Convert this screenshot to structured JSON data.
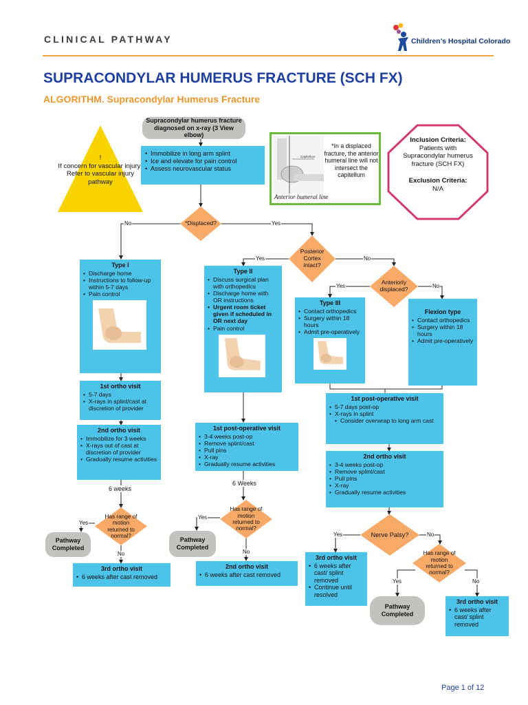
{
  "header": {
    "label": "CLINICAL PATHWAY",
    "logo_text": "Children’s Hospital Colorado"
  },
  "title": "SUPRACONDYLAR HUMERUS FRACTURE (SCH FX)",
  "subtitle": "ALGORITHM. Supracondylar Humerus Fracture",
  "colors": {
    "box_blue": "#4ec3ea",
    "decision_orange": "#f7a967",
    "terminal_gray": "#c3c2bf",
    "warning_yellow": "#f8d300",
    "stop_pink": "#d33a6b",
    "figure_border_green": "#6cbb3c",
    "title_blue": "#1f3f9e",
    "accent_orange": "#f0962b"
  },
  "flow": {
    "start": "Supracondylar humerus fracture diagnosed on x-ray (3 View elbow)",
    "initial_items": [
      "Immobilize in long arm splint",
      "Ice and elevate for pain control",
      "Assess neurovascular status"
    ],
    "warning": {
      "bang": "!",
      "text": "If concern for vascular injury- Refer to vascular injury pathway",
      "icon": "warning-triangle-icon"
    },
    "humeral_figure": {
      "text": "*In a displaced fracture, the anterior humeral line will not intersect the capitellum",
      "caption": "Anterior humeral line",
      "inner_label": "Capitellum"
    },
    "criteria": {
      "inclusion_title": "Inclusion Criteria:",
      "inclusion_text": "Patients with Supracondylar humerus fracture (SCH FX)",
      "exclusion_title": "Exclusion Criteria:",
      "exclusion_text": "N/A"
    },
    "decisions": {
      "displaced": "*Displaced?",
      "posterior_cortex": "Posterior Cortex intact?",
      "anteriorly_displaced": "Anteriorly displaced?",
      "rom_1": "Has range of motion returned to normal?",
      "rom_2": "Has range of motion returned to normal?",
      "nerve_palsy": "Nerve Palsy?",
      "rom_3": "Has range of motion returned to normal?"
    },
    "edge_labels": {
      "yes": "Yes",
      "no": "No",
      "six_weeks": "6 weeks",
      "six_weeks_cap": "6 Weeks"
    },
    "type1": {
      "title": "Type I",
      "items": [
        "Discharge home",
        "Instructions to follow-up within 5-7 days",
        "Pain control"
      ]
    },
    "type1_visit1": {
      "title": "1st ortho visit",
      "items": [
        "5-7 days",
        "X-rays in splint/cast at discretion of provider"
      ]
    },
    "type1_visit2": {
      "title": "2nd ortho visit",
      "items": [
        "Immobilize for 3 weeks",
        "X-rays out of cast at discretion of provider",
        "Gradually resume activities"
      ]
    },
    "type1_visit3": {
      "title": "3rd ortho visit",
      "items": [
        "6 weeks after cast removed"
      ]
    },
    "type2": {
      "title": "Type II",
      "items": [
        "Discuss surgical plan with orthopedics",
        "Discharge home with OR instructions",
        "Urgent room ticket given if scheduled in OR next day",
        "Pain control"
      ]
    },
    "type2_postop": {
      "title": "1st post-operative visit",
      "items": [
        "3-4 weeks post-op",
        "Remove splint/cast",
        "Pull pins",
        "X-ray",
        "Gradually resume activities"
      ]
    },
    "type2_visit2": {
      "title": "2nd ortho visit",
      "items": [
        "6 weeks after cast removed"
      ]
    },
    "type3": {
      "title": "Type III",
      "items": [
        "Contact orthopedics",
        "Surgery within 18 hours",
        "Admit pre-operatively"
      ]
    },
    "flexion": {
      "title": "Flexion type",
      "items": [
        "Contact orthopedics",
        "Surgery within 18 hours",
        "Admit pre-operatively"
      ]
    },
    "postop_right": {
      "title": "1st post-operative visit",
      "items": [
        "5-7 days post-op",
        "X-rays in splint"
      ],
      "sub_item": "Consider overwrap to long arm cast"
    },
    "visit2_right": {
      "title": "2nd ortho visit",
      "items": [
        "3-4 weeks post-op",
        "Remove splint/cast",
        "Pull pins",
        "X-ray",
        "Gradually resume activities"
      ]
    },
    "visit3_nerve": {
      "title": "3rd ortho visit",
      "items": [
        "6 weeks after cast/ splint removed",
        "Continue until resolved"
      ]
    },
    "visit3_right": {
      "title": "3rd ortho visit",
      "items": [
        "6 weeks after cast/ splint removed"
      ]
    },
    "terminal": "Pathway Completed"
  },
  "footer": {
    "page": "Page 1 of 12"
  }
}
